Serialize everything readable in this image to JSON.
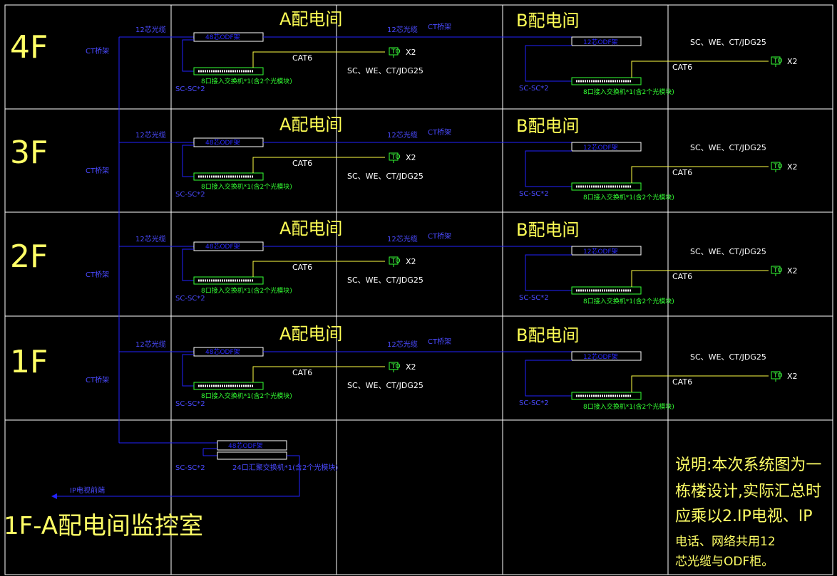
{
  "colors": {
    "background": "#000000",
    "grid": "#ffffff",
    "fiber": "#2222ff",
    "cat6": "#ffff44",
    "switch": "#33ff33",
    "odf": "#ffffff",
    "text_yellow": "#ffff66",
    "text_blue": "#4a4aff"
  },
  "floors": [
    {
      "label": "4F",
      "room_a": "A配电间",
      "room_b": "B配电间",
      "fiber_label_1": "12芯光缆",
      "fiber_label_2": "12芯光缆",
      "ct_bridge_1": "CT桥架",
      "ct_bridge_2": "CT桥架",
      "odf_a": "48芯ODF架",
      "odf_b": "12芯ODF架",
      "switch_a": "8口接入交换机*1(含2个光模块)",
      "switch_b": "8口接入交换机*1(含2个光模块)",
      "cat6_a": "CAT6",
      "cat6_b": "CAT6",
      "to_a": "TO",
      "to_b": "TO",
      "x2_a": "X2",
      "x2_b": "X2",
      "conduit_a": "SC、WE、CT/JDG25",
      "conduit_b": "SC、WE、CT/JDG25",
      "sc_a": "SC-SC*2",
      "sc_b": "SC-SC*2"
    },
    {
      "label": "3F",
      "room_a": "A配电间",
      "room_b": "B配电间",
      "fiber_label_1": "12芯光缆",
      "fiber_label_2": "12芯光缆",
      "ct_bridge_1": "CT桥架",
      "ct_bridge_2": "CT桥架",
      "odf_a": "48芯ODF架",
      "odf_b": "12芯ODF架",
      "switch_a": "8口接入交换机*1(含2个光模块)",
      "switch_b": "8口接入交换机*1(含2个光模块)",
      "cat6_a": "CAT6",
      "cat6_b": "CAT6",
      "to_a": "TO",
      "to_b": "TO",
      "x2_a": "X2",
      "x2_b": "X2",
      "conduit_a": "SC、WE、CT/JDG25",
      "conduit_b": "SC、WE、CT/JDG25",
      "sc_a": "SC-SC*2",
      "sc_b": "SC-SC*2"
    },
    {
      "label": "2F",
      "room_a": "A配电间",
      "room_b": "B配电间",
      "fiber_label_1": "12芯光缆",
      "fiber_label_2": "12芯光缆",
      "ct_bridge_1": "CT桥架",
      "ct_bridge_2": "CT桥架",
      "odf_a": "48芯ODF架",
      "odf_b": "12芯ODF架",
      "switch_a": "8口接入交换机*1(含2个光模块)",
      "switch_b": "8口接入交换机*1(含2个光模块)",
      "cat6_a": "CAT6",
      "cat6_b": "CAT6",
      "to_a": "TO",
      "to_b": "TO",
      "x2_a": "X2",
      "x2_b": "X2",
      "conduit_a": "SC、WE、CT/JDG25",
      "conduit_b": "SC、WE、CT/JDG25",
      "sc_a": "SC-SC*2",
      "sc_b": "SC-SC*2"
    },
    {
      "label": "1F",
      "room_a": "A配电间",
      "room_b": "B配电间",
      "fiber_label_1": "12芯光缆",
      "fiber_label_2": "12芯光缆",
      "ct_bridge_1": "CT桥架",
      "ct_bridge_2": "CT桥架",
      "odf_a": "48芯ODF架",
      "odf_b": "12芯ODF架",
      "switch_a": "8口接入交换机*1(含2个光模块)",
      "switch_b": "8口接入交换机*1(含2个光模块)",
      "cat6_a": "CAT6",
      "cat6_b": "CAT6",
      "to_a": "TO",
      "to_b": "TO",
      "x2_a": "X2",
      "x2_b": "X2",
      "conduit_a": "SC、WE、CT/JDG25",
      "conduit_b": "SC、WE、CT/JDG25",
      "sc_a": "SC-SC*2",
      "sc_b": "SC-SC*2"
    }
  ],
  "control_room": {
    "label": "1F-A配电间监控室",
    "odf": "48芯ODF架",
    "switch": "24口汇聚交换机*1(含2个光模块)",
    "sc": "SC-SC*2",
    "ip_link": "IP电视前端"
  },
  "note": {
    "line1": "说明:本次系统图为一",
    "line2": "栋楼设计,实际汇总时",
    "line3": "应乘以2.IP电视、IP",
    "line4": "电话、网络共用12",
    "line5": "芯光缆与ODF柜。"
  }
}
